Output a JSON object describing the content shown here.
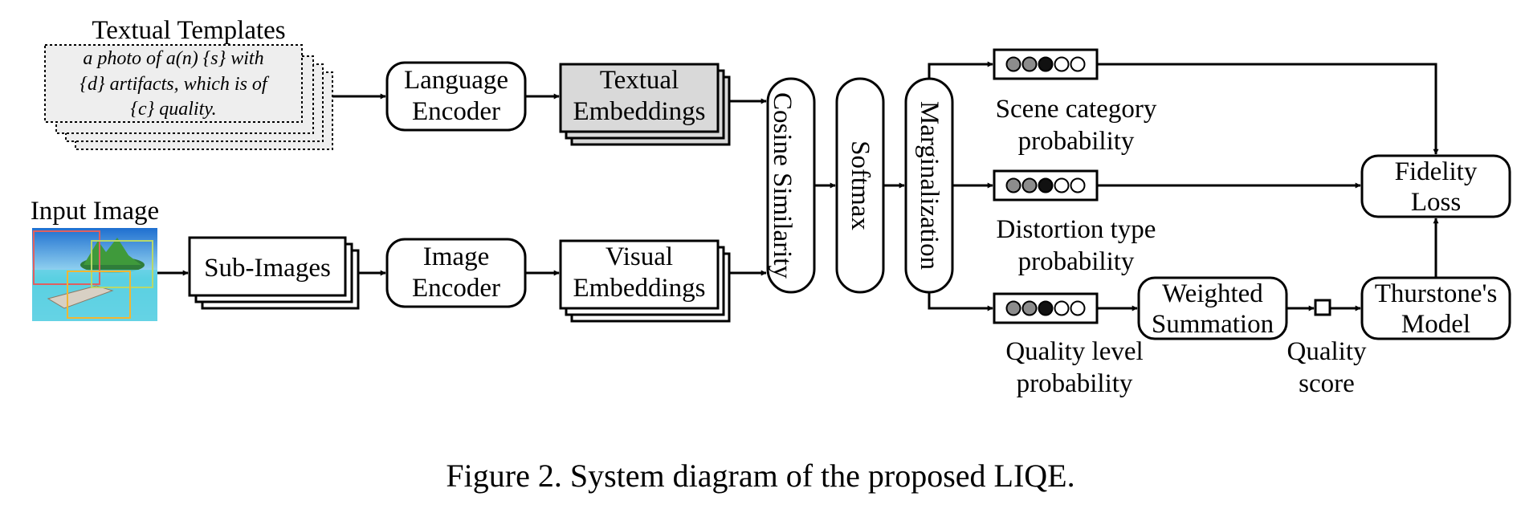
{
  "diagram": {
    "textual_templates_title": "Textual Templates",
    "template_lines": [
      "a photo of a(n) {s} with",
      "{d} artifacts, which is of",
      "{c} quality."
    ],
    "input_image_label": "Input Image",
    "language_encoder": [
      "Language",
      "Encoder"
    ],
    "image_encoder": [
      "Image",
      "Encoder"
    ],
    "textual_embeddings": [
      "Textual",
      "Embeddings"
    ],
    "visual_embeddings": [
      "Visual",
      "Embeddings"
    ],
    "sub_images": "Sub-Images",
    "cosine_similarity": "Cosine Similarity",
    "softmax": "Softmax",
    "marginalization": "Marginalization",
    "scene_prob": [
      "Scene category",
      "probability"
    ],
    "distortion_prob": [
      "Distortion type",
      "probability"
    ],
    "quality_prob": [
      "Quality level",
      "probability"
    ],
    "weighted_summation": [
      "Weighted",
      "Summation"
    ],
    "quality_score": [
      "Quality",
      "score"
    ],
    "thurstone": [
      "Thurstone's",
      "Model"
    ],
    "fidelity_loss": [
      "Fidelity",
      "Loss"
    ],
    "prob_vector_colors": [
      "#8c8c8c",
      "#8c8c8c",
      "#111111",
      "#ffffff",
      "#ffffff"
    ],
    "embedding_fill": "#d9d9d9",
    "template_fill": "#eeeeee"
  },
  "caption": "Figure 2. System diagram of the proposed LIQE."
}
